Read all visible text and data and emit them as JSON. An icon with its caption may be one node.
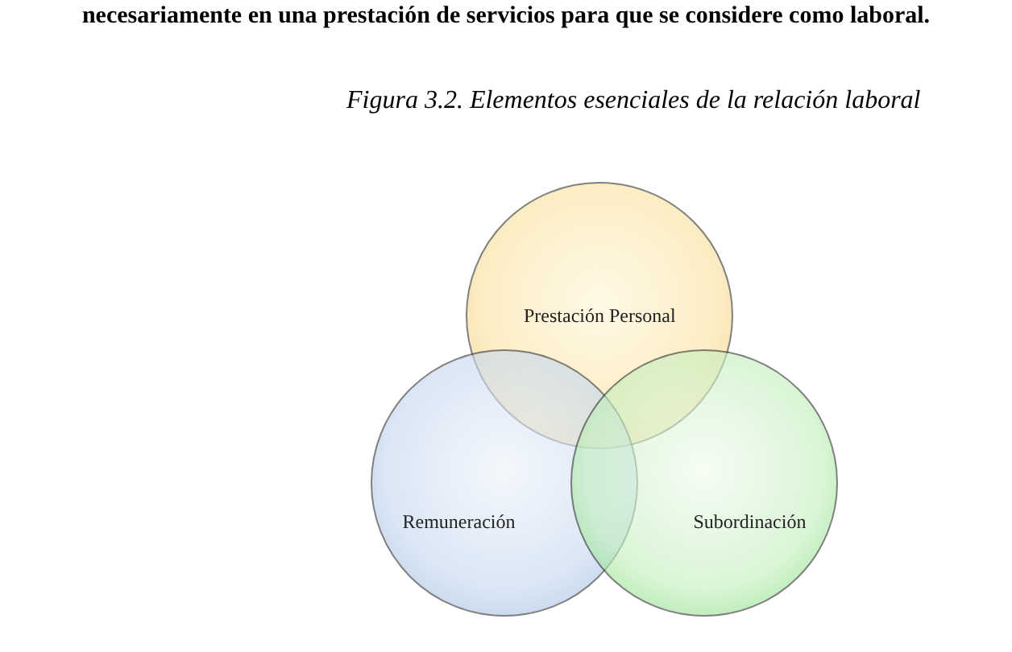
{
  "diagram": {
    "title": "Figura 3.2. Elementos esenciales de la relación laboral",
    "nodes": [
      {
        "text": [
          "Prestación Personal"
        ]
      },
      {
        "text": [
          "Remuneración"
        ]
      },
      {
        "text": [
          "Subordinación"
        ]
      }
    ],
    "edges": [],
    "labels": [
      "necesariamente en una prestación de servicios para que se considere como laboral."
    ]
  }
}
